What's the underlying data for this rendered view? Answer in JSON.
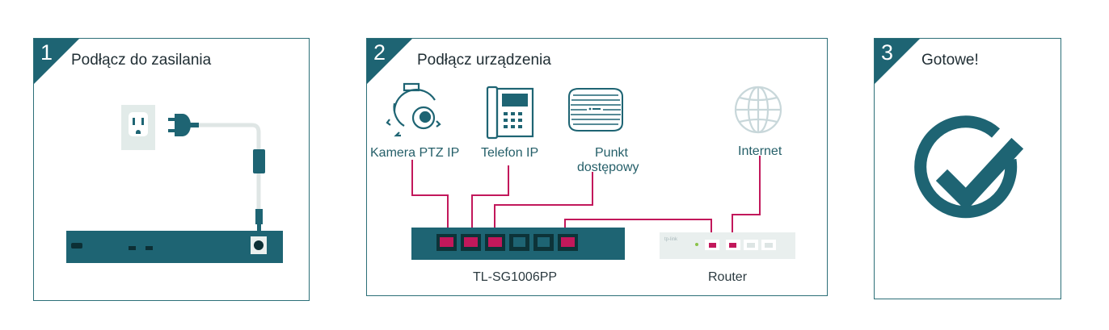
{
  "steps": [
    {
      "number": "1",
      "title": "Podłącz do zasilania"
    },
    {
      "number": "2",
      "title": "Podłącz urządzenia"
    },
    {
      "number": "3",
      "title": "Gotowe!"
    }
  ],
  "devices": {
    "camera": "Kamera PTZ IP",
    "phone": "Telefon IP",
    "ap_line1": "Punkt",
    "ap_line2": "dostępowy",
    "internet": "Internet"
  },
  "switch_label": "TL-SG1006PP",
  "router_label": "Router",
  "router_logo": "tp-link",
  "colors": {
    "teal": "#1e6473",
    "cable": "#c2185b",
    "outline": "#2c6f78",
    "outlet": "#e2ebe9",
    "router": "#e9efee"
  },
  "icons": [
    "power-outlet-icon",
    "power-plug-icon",
    "ptz-camera-icon",
    "ip-phone-icon",
    "access-point-icon",
    "globe-icon",
    "checkmark-icon"
  ]
}
